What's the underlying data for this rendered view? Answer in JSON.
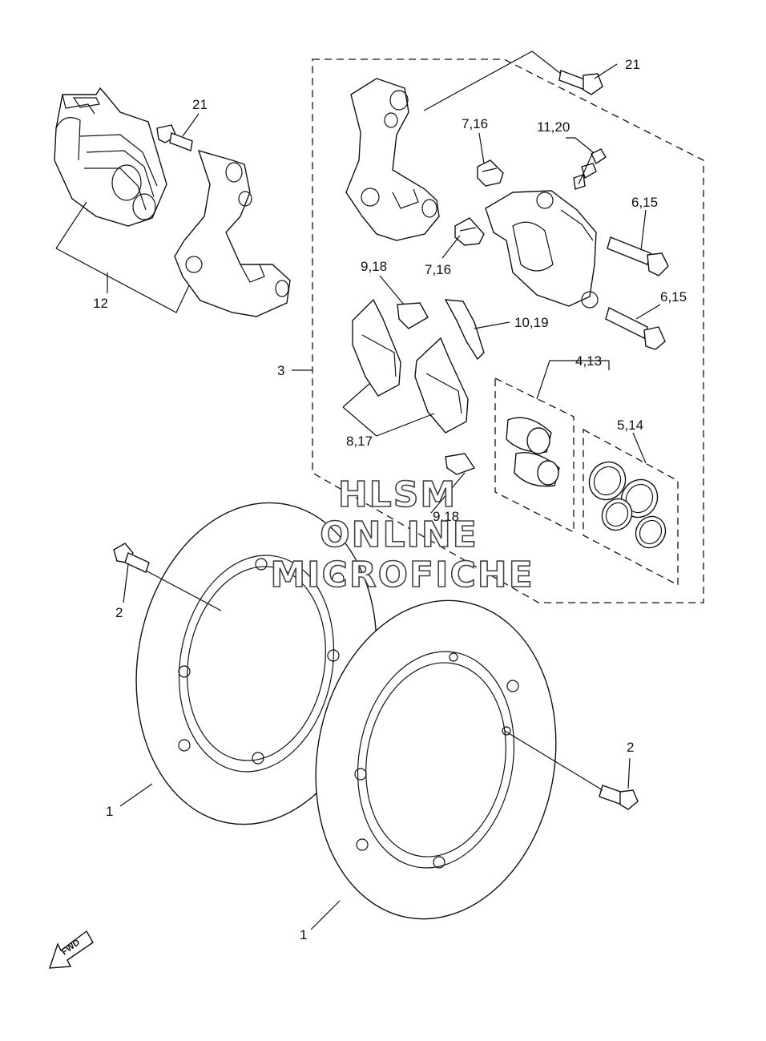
{
  "labels": {
    "l21a": "21",
    "l21b": "21",
    "l716a": "7,16",
    "l716b": "7,16",
    "l1120": "11,20",
    "l615a": "6,15",
    "l615b": "6,15",
    "l918a": "9,18",
    "l918b": "9,18",
    "l1019": "10,19",
    "l3": "3",
    "l413": "4,13",
    "l514": "5,14",
    "l817": "8,17",
    "l12": "12",
    "l2a": "2",
    "l2b": "2",
    "l1a": "1",
    "l1b": "1"
  },
  "watermark": {
    "line1": "HLSM",
    "line2": "ONLINE",
    "line3": "MICROFICHE"
  },
  "fwd_badge": "FWD",
  "icons": [
    "fwd-arrow-icon"
  ]
}
